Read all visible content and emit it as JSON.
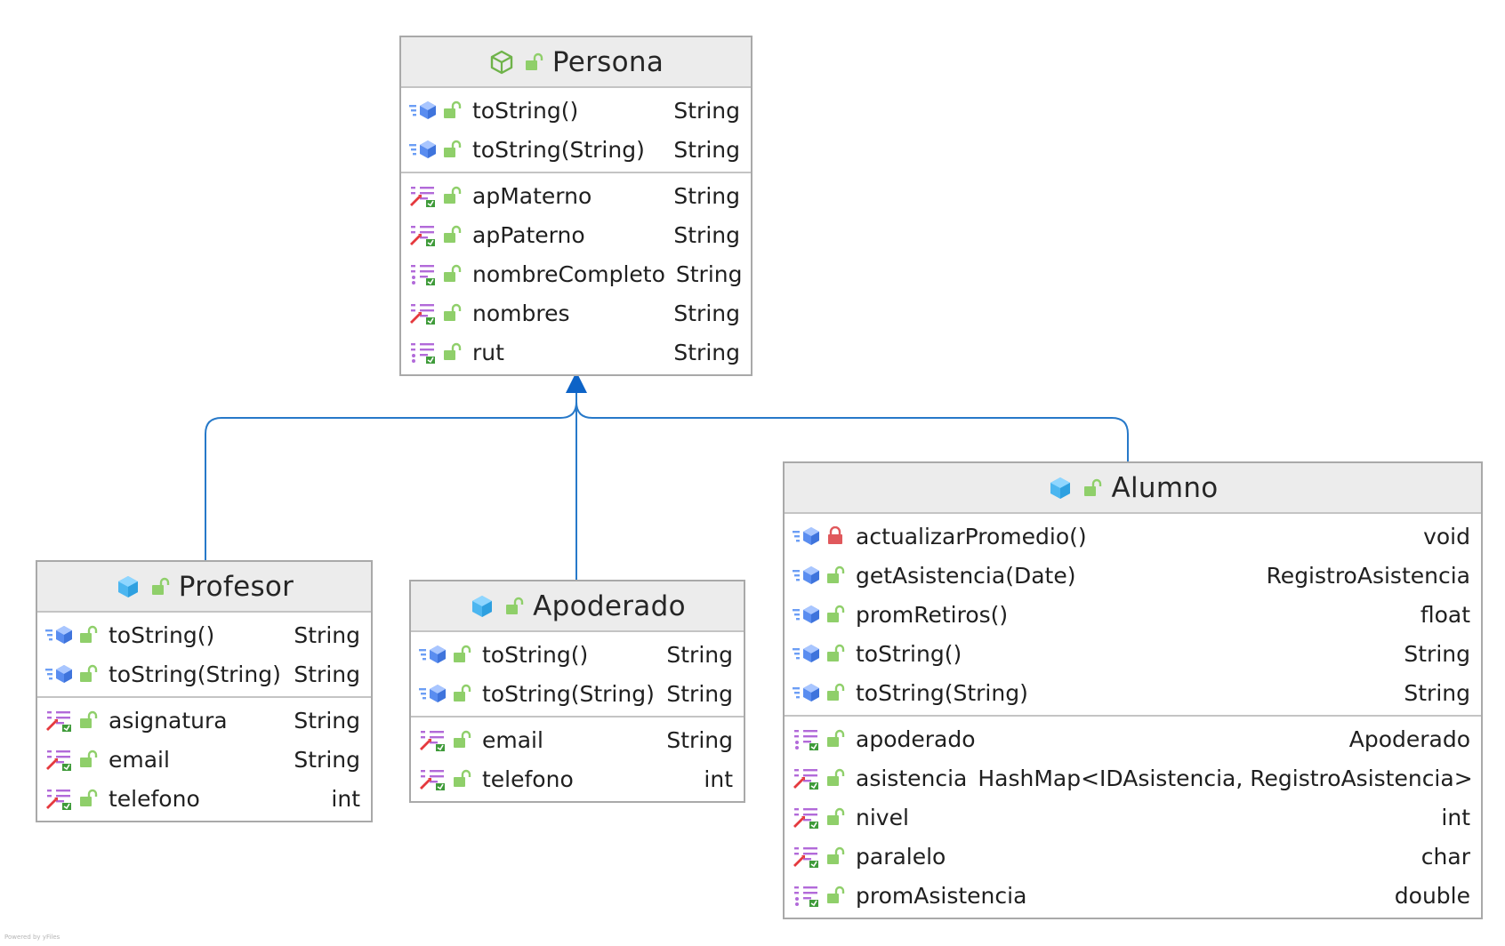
{
  "colors": {
    "connector": "#2779c9",
    "arrowhead": "#0d63c7",
    "header_bg": "#ececec",
    "border": "#a9a9a9",
    "access_public": "#7fc35c",
    "access_private": "#e0585c",
    "method_icon": "#5a8df0",
    "field_icon": "#b26ad9"
  },
  "classes": [
    {
      "id": "persona",
      "name": "Persona",
      "kind_icon": "abstract-class-icon",
      "methods": [
        {
          "name": "toString()",
          "type": "String",
          "access": "public"
        },
        {
          "name": "toString(String)",
          "type": "String",
          "access": "public"
        }
      ],
      "fields": [
        {
          "name": "apMaterno",
          "type": "String",
          "access": "public",
          "icon": "field-rw-icon"
        },
        {
          "name": "apPaterno",
          "type": "String",
          "access": "public",
          "icon": "field-rw-icon"
        },
        {
          "name": "nombreCompleto",
          "type": "String",
          "access": "public",
          "icon": "field-ro-icon"
        },
        {
          "name": "nombres",
          "type": "String",
          "access": "public",
          "icon": "field-rw-icon"
        },
        {
          "name": "rut",
          "type": "String",
          "access": "public",
          "icon": "field-ro-icon"
        }
      ]
    },
    {
      "id": "profesor",
      "name": "Profesor",
      "kind_icon": "class-icon",
      "methods": [
        {
          "name": "toString()",
          "type": "String",
          "access": "public"
        },
        {
          "name": "toString(String)",
          "type": "String",
          "access": "public"
        }
      ],
      "fields": [
        {
          "name": "asignatura",
          "type": "String",
          "access": "public",
          "icon": "field-rw-icon"
        },
        {
          "name": "email",
          "type": "String",
          "access": "public",
          "icon": "field-rw-icon"
        },
        {
          "name": "telefono",
          "type": "int",
          "access": "public",
          "icon": "field-rw-icon"
        }
      ]
    },
    {
      "id": "apoderado",
      "name": "Apoderado",
      "kind_icon": "class-icon",
      "methods": [
        {
          "name": "toString()",
          "type": "String",
          "access": "public"
        },
        {
          "name": "toString(String)",
          "type": "String",
          "access": "public"
        }
      ],
      "fields": [
        {
          "name": "email",
          "type": "String",
          "access": "public",
          "icon": "field-rw-icon"
        },
        {
          "name": "telefono",
          "type": "int",
          "access": "public",
          "icon": "field-rw-icon"
        }
      ]
    },
    {
      "id": "alumno",
      "name": "Alumno",
      "kind_icon": "class-icon",
      "methods": [
        {
          "name": "actualizarPromedio()",
          "type": "void",
          "access": "private"
        },
        {
          "name": "getAsistencia(Date)",
          "type": "RegistroAsistencia",
          "access": "public"
        },
        {
          "name": "promRetiros()",
          "type": "float",
          "access": "public"
        },
        {
          "name": "toString()",
          "type": "String",
          "access": "public"
        },
        {
          "name": "toString(String)",
          "type": "String",
          "access": "public"
        }
      ],
      "fields": [
        {
          "name": "apoderado",
          "type": "Apoderado",
          "access": "public",
          "icon": "field-ro-icon"
        },
        {
          "name": "asistencia",
          "type": "HashMap<IDAsistencia, RegistroAsistencia>",
          "access": "public",
          "icon": "field-rw-icon"
        },
        {
          "name": "nivel",
          "type": "int",
          "access": "public",
          "icon": "field-rw-icon"
        },
        {
          "name": "paralelo",
          "type": "char",
          "access": "public",
          "icon": "field-rw-icon"
        },
        {
          "name": "promAsistencia",
          "type": "double",
          "access": "public",
          "icon": "field-ro-icon"
        }
      ]
    }
  ],
  "relations": [
    {
      "from": "profesor",
      "to": "persona",
      "kind": "inheritance"
    },
    {
      "from": "apoderado",
      "to": "persona",
      "kind": "inheritance"
    },
    {
      "from": "alumno",
      "to": "persona",
      "kind": "inheritance"
    }
  ],
  "footer": {
    "credit": "Powered by yFiles"
  }
}
